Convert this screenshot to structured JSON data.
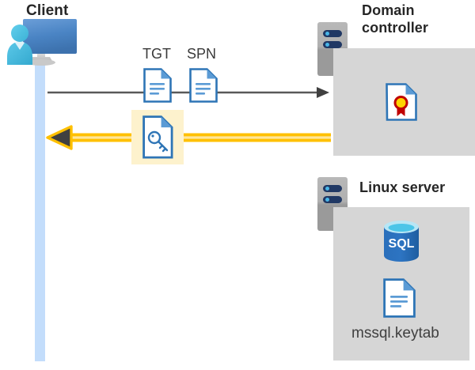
{
  "diagram": {
    "title_client": "Client",
    "title_domain_controller": "Domain controller",
    "title_linux_server": "Linux server",
    "labels": {
      "tgt": "TGT",
      "spn": "SPN",
      "keytab_file": "mssql.keytab",
      "sql_badge": "SQL"
    },
    "icons": {
      "client": "user-computer-icon",
      "tgt_doc": "document-icon",
      "spn_doc": "document-icon",
      "ticket_key_doc": "key-document-icon",
      "certificate": "certificate-document-icon",
      "sql_database": "sql-database-icon",
      "keytab_doc": "document-icon",
      "server_dc": "server-rack-icon",
      "server_linux": "server-rack-icon"
    },
    "flows": [
      {
        "name": "request-arrow",
        "direction": "client-to-domain-controller",
        "style": "thin-gray-arrow",
        "color": "#595959"
      },
      {
        "name": "response-arrow",
        "direction": "domain-controller-to-client",
        "style": "thick-yellow-arrow",
        "color": "#ffc000"
      }
    ],
    "colors": {
      "lifeline": "#c3ddfb",
      "panel": "#d6d6d6",
      "highlight": "#fdf2cd",
      "yellow_arrow": "#ffc000",
      "gray_arrow": "#595959",
      "doc_blue": "#2e75b6",
      "accent_blue": "#0f6cbd",
      "sql_blue": "#2a6fbb",
      "title_text": "#262626",
      "caption_text": "#404040",
      "server_navy": "#203864",
      "server_led": "#49b6e8"
    }
  }
}
